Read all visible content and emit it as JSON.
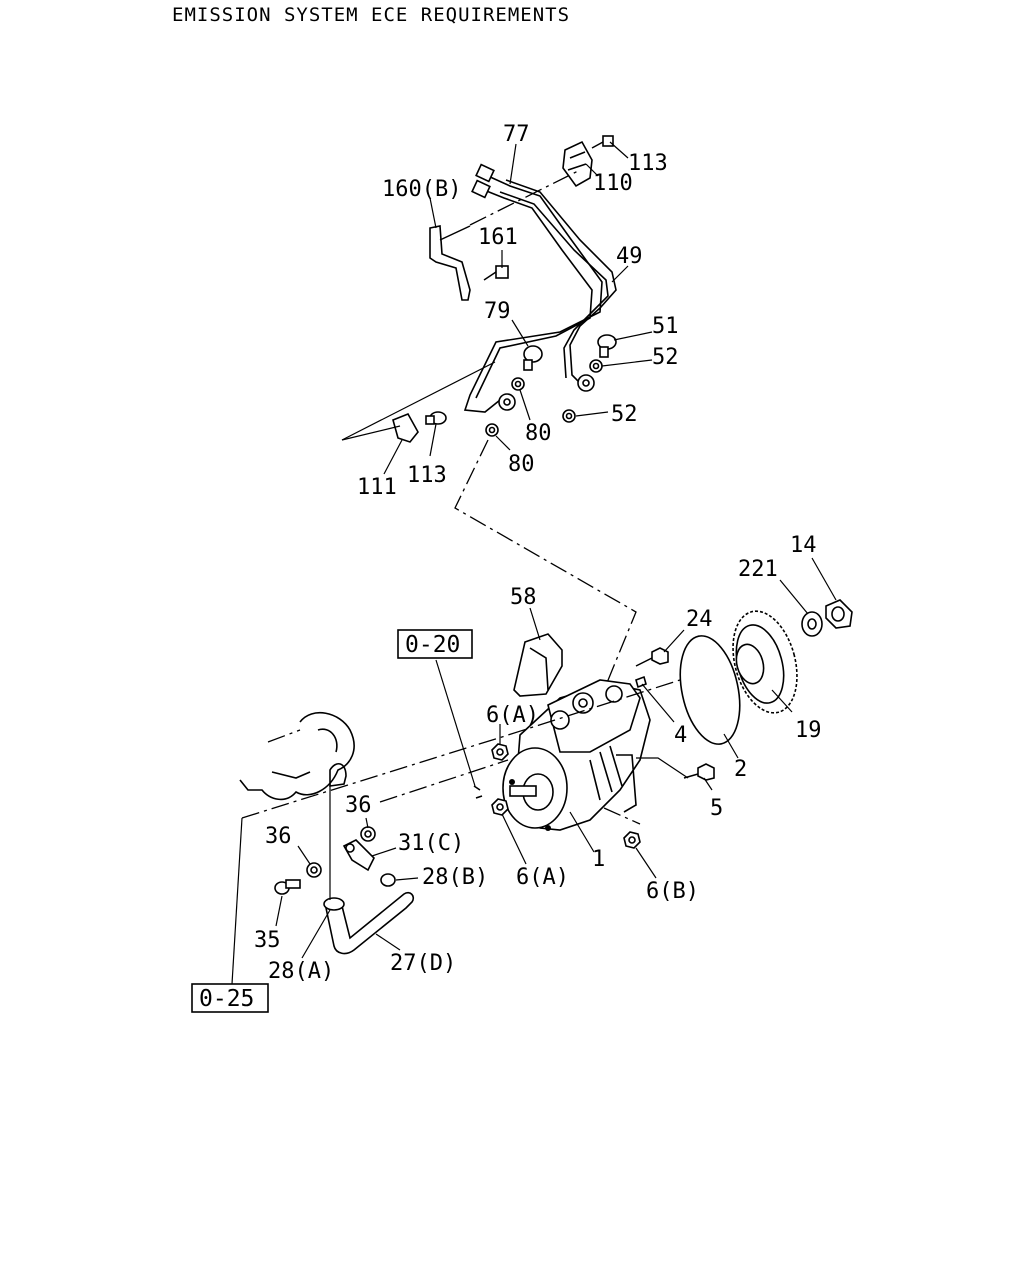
{
  "header": {
    "title": "EMISSION SYSTEM ECE REQUIREMENTS"
  },
  "references": {
    "ref_020": "0-20",
    "ref_025": "0-25"
  },
  "labels": {
    "p77": "77",
    "p113_top": "113",
    "p110": "110",
    "p160b": "160(B)",
    "p161": "161",
    "p49": "49",
    "p79": "79",
    "p51": "51",
    "p52_top": "52",
    "p52_bottom": "52",
    "p80_upper": "80",
    "p80_lower": "80",
    "p111": "111",
    "p113_bottom": "113",
    "p14": "14",
    "p221": "221",
    "p58": "58",
    "p24": "24",
    "p19": "19",
    "p6a_upper": "6(A)",
    "p4": "4",
    "p2": "2",
    "p5": "5",
    "p36_right": "36",
    "p36_left": "36",
    "p31c": "31(C)",
    "p28b": "28(B)",
    "p6a_lower": "6(A)",
    "p1": "1",
    "p6b": "6(B)",
    "p35": "35",
    "p28a": "28(A)",
    "p27d": "27(D)"
  }
}
